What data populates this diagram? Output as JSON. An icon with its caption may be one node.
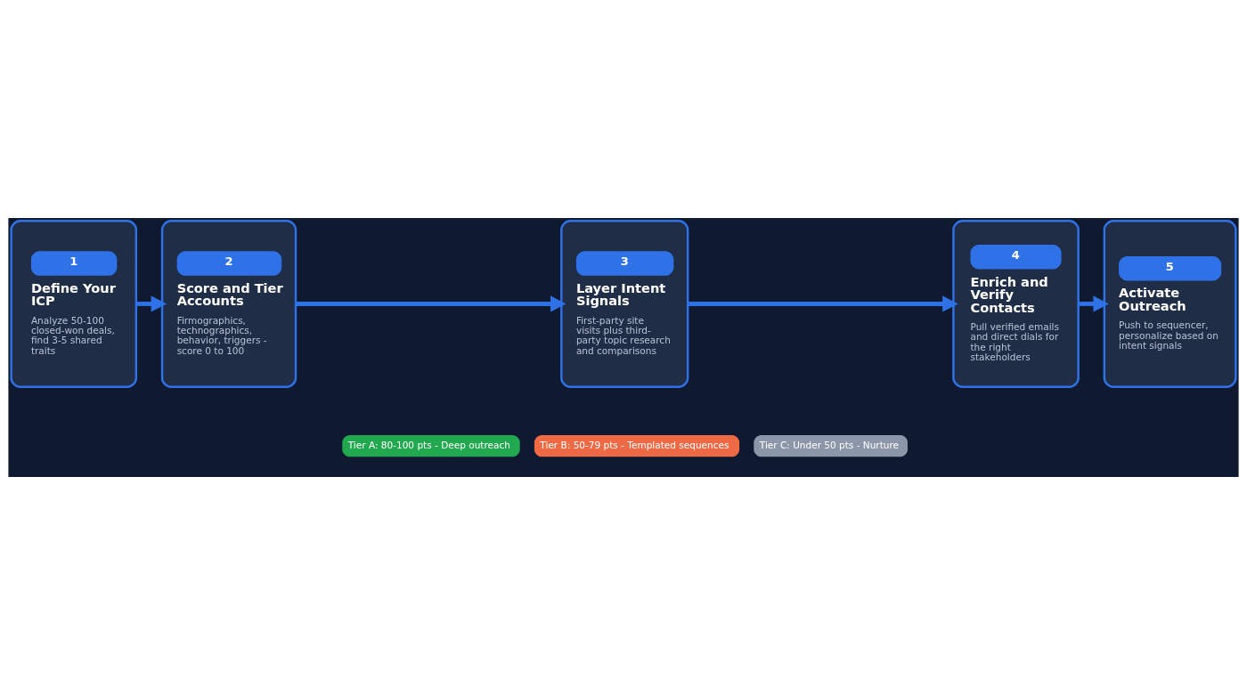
{
  "diagram": {
    "nodes": [
      {
        "text": [
          "1",
          "Define Your ICP",
          "Analyze 50-100 closed-won deals, find 3-5 shared traits"
        ]
      },
      {
        "text": [
          "2",
          "Score and Tier Accounts",
          "Firmographics, technographics, behavior, triggers - score 0 to 100"
        ]
      },
      {
        "text": [
          "3",
          "Layer Intent Signals",
          "First-party site visits plus third-party topic research and comparisons"
        ]
      },
      {
        "text": [
          "4",
          "Enrich and Verify Contacts",
          "Pull verified emails and direct dials for the right stakeholders"
        ]
      },
      {
        "text": [
          "5",
          "Activate Outreach",
          "Push to sequencer, personalize based on intent signals"
        ]
      }
    ],
    "edges": [
      {
        "from": 0,
        "to": 1,
        "arrow": "to"
      },
      {
        "from": 1,
        "to": 2,
        "arrow": "to"
      },
      {
        "from": 2,
        "to": 3,
        "arrow": "to"
      },
      {
        "from": 3,
        "to": 4,
        "arrow": "to"
      }
    ],
    "legend": [
      {
        "text": "Tier A: 80-100 pts - Deep outreach",
        "color": "#22a84f"
      },
      {
        "text": "Tier B: 50-79 pts - Templated sequences",
        "color": "#ee6a45"
      },
      {
        "text": "Tier C: Under 50 pts - Nurture",
        "color": "#8b97a8"
      }
    ]
  }
}
